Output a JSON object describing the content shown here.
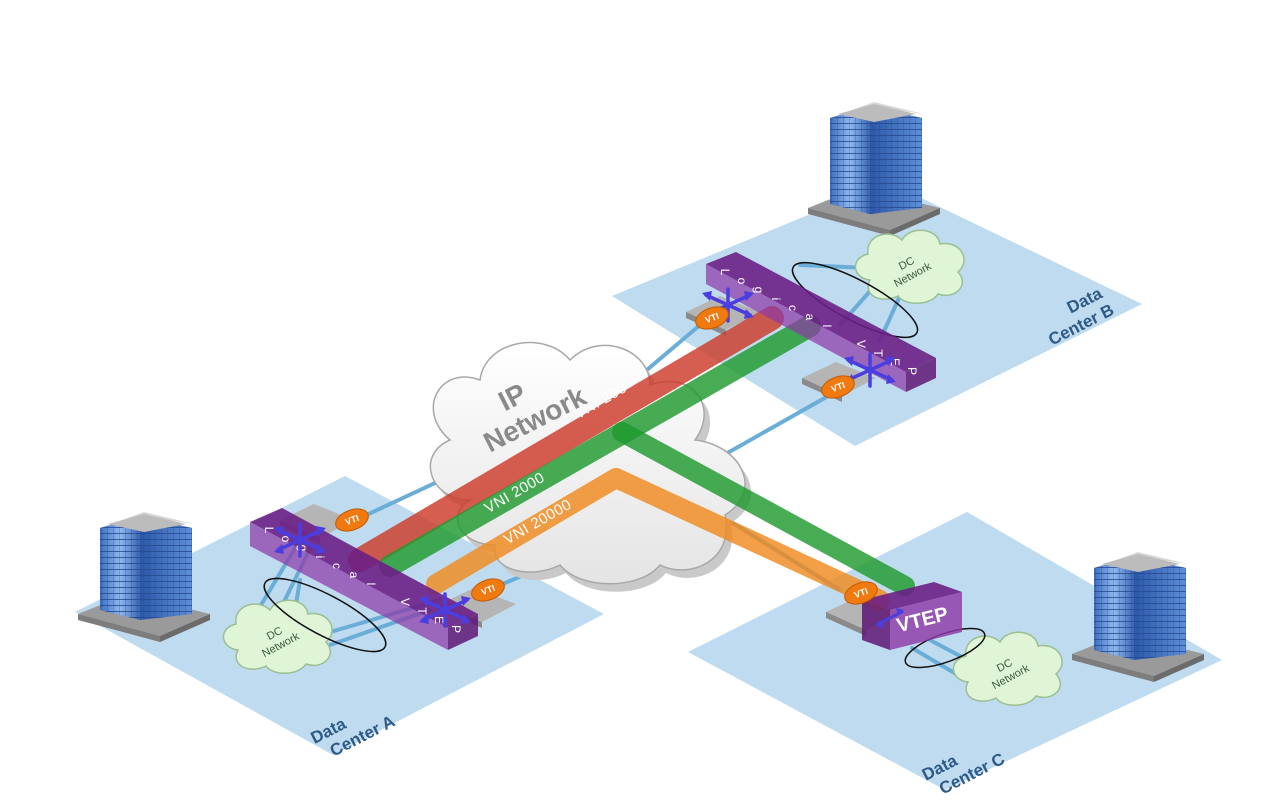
{
  "title": "",
  "data_centers": {
    "a": {
      "line1": "Data",
      "line2": "Center A"
    },
    "b": {
      "line1": "Data",
      "line2": "Center B"
    },
    "c": {
      "line1": "Data",
      "line2": "Center C"
    }
  },
  "ip_network": {
    "line1": "IP",
    "line2": "Network"
  },
  "dc_network": {
    "line1": "DC",
    "line2": "Network"
  },
  "vni": {
    "v200": "VNI 200",
    "v2000": "VNI 2000",
    "v20000": "VNI 20000"
  },
  "vti_label": "VTI",
  "vtep_label": "VTEP",
  "logical_vtep": [
    "L",
    "o",
    "g",
    "i",
    "c",
    "a",
    "l",
    "",
    "V",
    "T",
    "E",
    "P"
  ],
  "colors": {
    "plate": "#bcd9ee",
    "vni_200": "#cc3a2a",
    "vni_2000": "#1e9a2e",
    "vni_20000": "#f08a1e",
    "vtep": "#8e3aa8",
    "vti": "#f07a10",
    "cloud_dc": "#dff5d6",
    "link": "#6aaed8"
  }
}
